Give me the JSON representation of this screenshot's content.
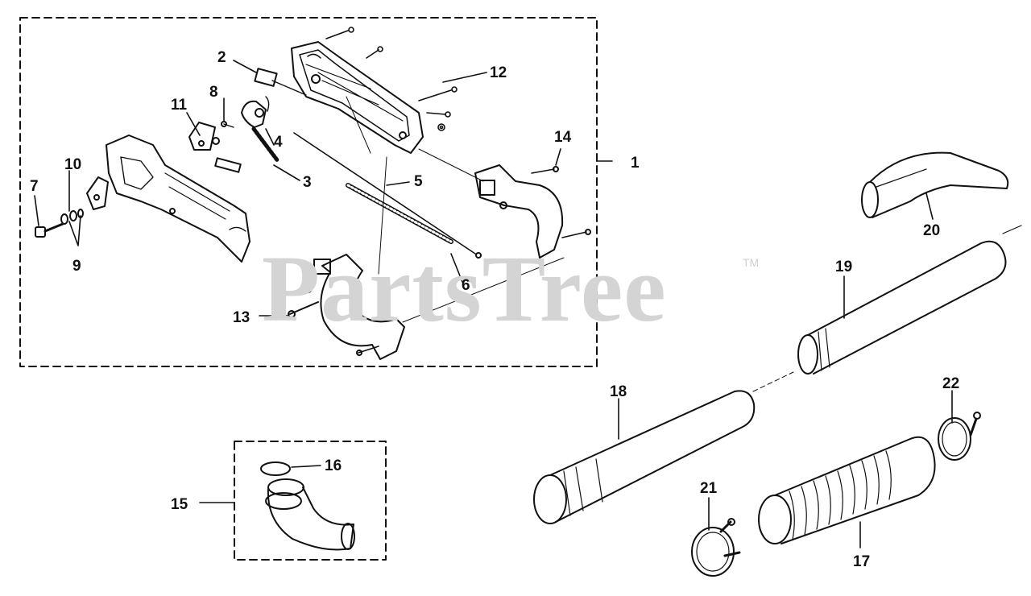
{
  "watermark": {
    "text": "PartsTree",
    "tm": "TM"
  },
  "callouts": {
    "c1": "1",
    "c2": "2",
    "c3": "3",
    "c4": "4",
    "c5": "5",
    "c6": "6",
    "c7": "7",
    "c8": "8",
    "c9": "9",
    "c10": "10",
    "c11": "11",
    "c12": "12",
    "c13": "13",
    "c14": "14",
    "c15": "15",
    "c16": "16",
    "c17": "17",
    "c18": "18",
    "c19": "19",
    "c20": "20",
    "c21": "21",
    "c22": "22"
  },
  "colors": {
    "line": "#111111",
    "watermark": "#d4d4d4",
    "background": "#ffffff"
  }
}
